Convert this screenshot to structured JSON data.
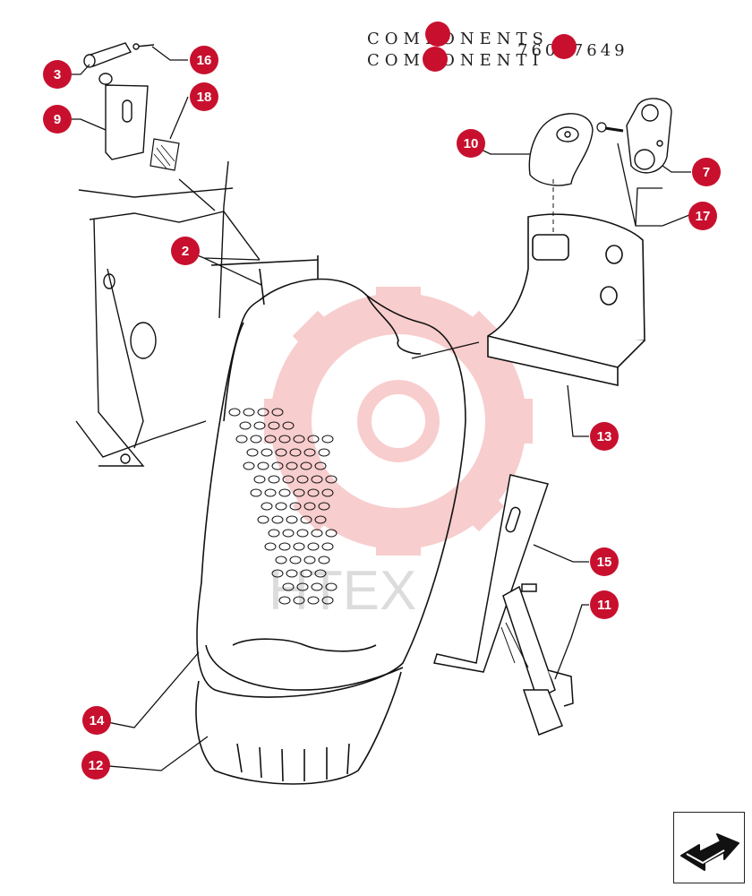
{
  "header": {
    "line1": "COMPONENTS",
    "line2": "COMPONENTI",
    "number": "76067649"
  },
  "colors": {
    "callout": "#c8102e",
    "line": "#111111",
    "watermark": "#f4b3b3"
  },
  "watermark": {
    "text": "HTEX"
  },
  "callouts": [
    {
      "label": "3"
    },
    {
      "label": "16"
    },
    {
      "label": "9"
    },
    {
      "label": "18"
    },
    {
      "label": "2"
    },
    {
      "label": "10"
    },
    {
      "label": "7"
    },
    {
      "label": "17"
    },
    {
      "label": "13"
    },
    {
      "label": "15"
    },
    {
      "label": "11"
    },
    {
      "label": "14"
    },
    {
      "label": "12"
    }
  ],
  "nav": {
    "icon": "next-page-arrow-icon"
  }
}
